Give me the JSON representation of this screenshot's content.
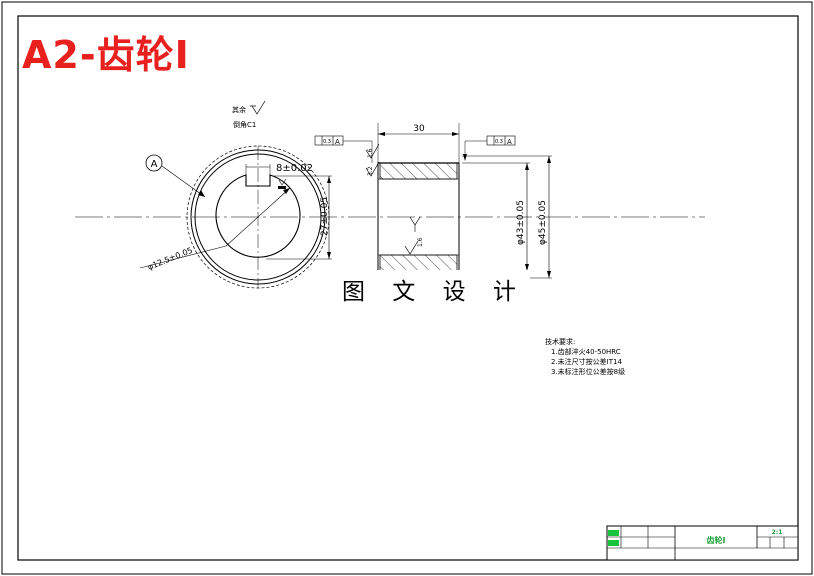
{
  "header": {
    "title": "A2-齿轮Ⅰ"
  },
  "watermark": "图 文 设 计",
  "left_view": {
    "datum_label": "A",
    "surface_note": "其余",
    "chamfer_note": "倒角C1",
    "keyway_width": "8±0.02",
    "keyway_depth": "27±0.05",
    "bore_diameter": "φ12.5±0.05"
  },
  "section_view": {
    "width_dim": "30",
    "tolerance_left": {
      "value": "0.3",
      "datum": "A"
    },
    "tolerance_right": {
      "value": "0.3",
      "datum": "A"
    },
    "roughness_top": "1.6",
    "roughness_side": "3.2",
    "roughness_bore": "1.6",
    "inner_diameter": "φ43±0.05",
    "outer_diameter": "φ45±0.05"
  },
  "technical_requirements": {
    "heading": "技术要求:",
    "items": [
      "1.齿部淬火40-50HRC",
      "2.未注尺寸按公差IT14",
      "3.未标注形位公差按8级"
    ]
  },
  "title_block": {
    "part_name": "齿轮Ⅰ",
    "scale": "2:1"
  },
  "colors": {
    "title": "#e8201e",
    "block_fill": "#17c43b",
    "block_text": "#1ea23a"
  }
}
